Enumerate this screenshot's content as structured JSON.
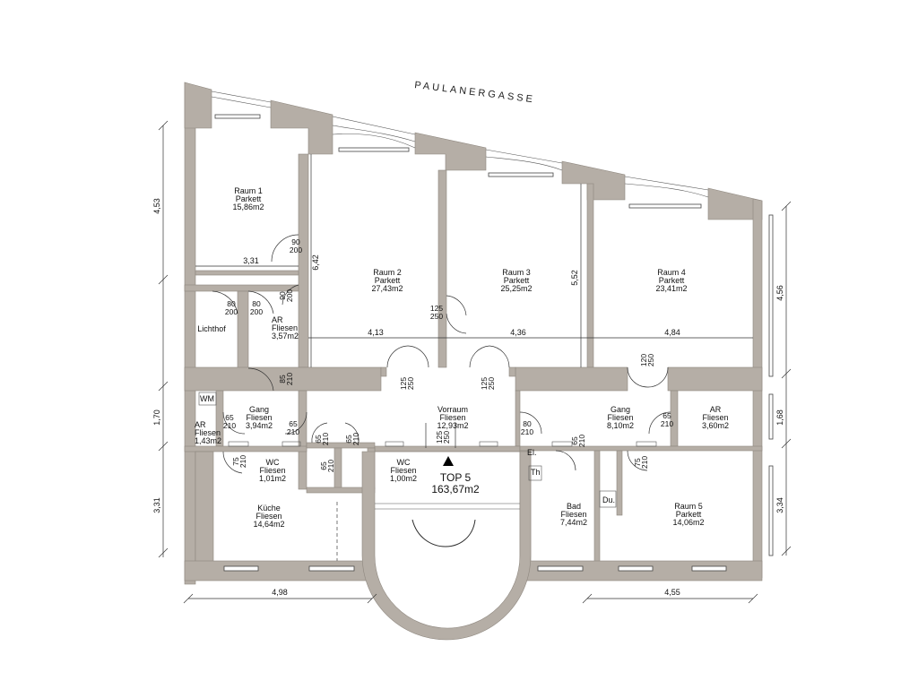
{
  "street": "PAULANERGASSE",
  "unit": {
    "name": "TOP 5",
    "area": "163,67m2"
  },
  "rooms": [
    {
      "name": "Raum 1",
      "floor": "Parkett",
      "area": "15,86m2"
    },
    {
      "name": "Raum 2",
      "floor": "Parkett",
      "area": "27,43m2"
    },
    {
      "name": "Raum 3",
      "floor": "Parkett",
      "area": "25,25m2"
    },
    {
      "name": "Raum 4",
      "floor": "Parkett",
      "area": "23,41m2"
    },
    {
      "name": "AR",
      "floor": "Fliesen",
      "area": "3,57m2"
    },
    {
      "name": "Lichthof"
    },
    {
      "name": "Gang",
      "floor": "Fliesen",
      "area": "3,94m2"
    },
    {
      "name": "AR",
      "floor": "Fliesen",
      "area": "1,43m2"
    },
    {
      "name": "Vorraum",
      "floor": "Fliesen",
      "area": "12,93m2"
    },
    {
      "name": "Gang",
      "floor": "Fliesen",
      "area": "8,10m2"
    },
    {
      "name": "AR",
      "floor": "Fliesen",
      "area": "3,60m2"
    },
    {
      "name": "WC",
      "floor": "Fliesen",
      "area": "1,01m2"
    },
    {
      "name": "WC",
      "floor": "Fliesen",
      "area": "1,00m2"
    },
    {
      "name": "Küche",
      "floor": "Fliesen",
      "area": "14,64m2"
    },
    {
      "name": "Bad",
      "floor": "Fliesen",
      "area": "7,44m2"
    },
    {
      "name": "Raum 5",
      "floor": "Parkett",
      "area": "14,06m2"
    }
  ],
  "fixtures": {
    "wm": "WM",
    "el": "El.",
    "th": "Th",
    "du": "Du."
  },
  "doors": [
    {
      "w": "90",
      "h": "200"
    },
    {
      "w": "80",
      "h": "200"
    },
    {
      "w": "80",
      "h": "200"
    },
    {
      "w": "90",
      "h": "200"
    },
    {
      "w": "125",
      "h": "250"
    },
    {
      "w": "85",
      "h": "210"
    },
    {
      "w": "125",
      "h": "250"
    },
    {
      "w": "125",
      "h": "250"
    },
    {
      "w": "120",
      "h": "250"
    },
    {
      "w": "65",
      "h": "210"
    },
    {
      "w": "65",
      "h": "210"
    },
    {
      "w": "65",
      "h": "210"
    },
    {
      "w": "65",
      "h": "210"
    },
    {
      "w": "65",
      "h": "210"
    },
    {
      "w": "125",
      "h": "250"
    },
    {
      "w": "80",
      "h": "210"
    },
    {
      "w": "65",
      "h": "210"
    },
    {
      "w": "65",
      "h": "210"
    },
    {
      "w": "75",
      "h": "210"
    },
    {
      "w": "75",
      "h": "210"
    }
  ],
  "dimensions": {
    "r1_width": "3,31",
    "r2_depth": "6,42",
    "r3_depth": "5,52",
    "r2_width": "4,13",
    "r3_width": "4,36",
    "r4_width": "4,84",
    "left_top": "4,53",
    "left_mid": "1,70",
    "left_bot": "3,31",
    "right_top": "4,56",
    "right_mid": "1,68",
    "right_bot": "3,34",
    "bottom_left": "4,98",
    "bottom_right": "4,55"
  }
}
